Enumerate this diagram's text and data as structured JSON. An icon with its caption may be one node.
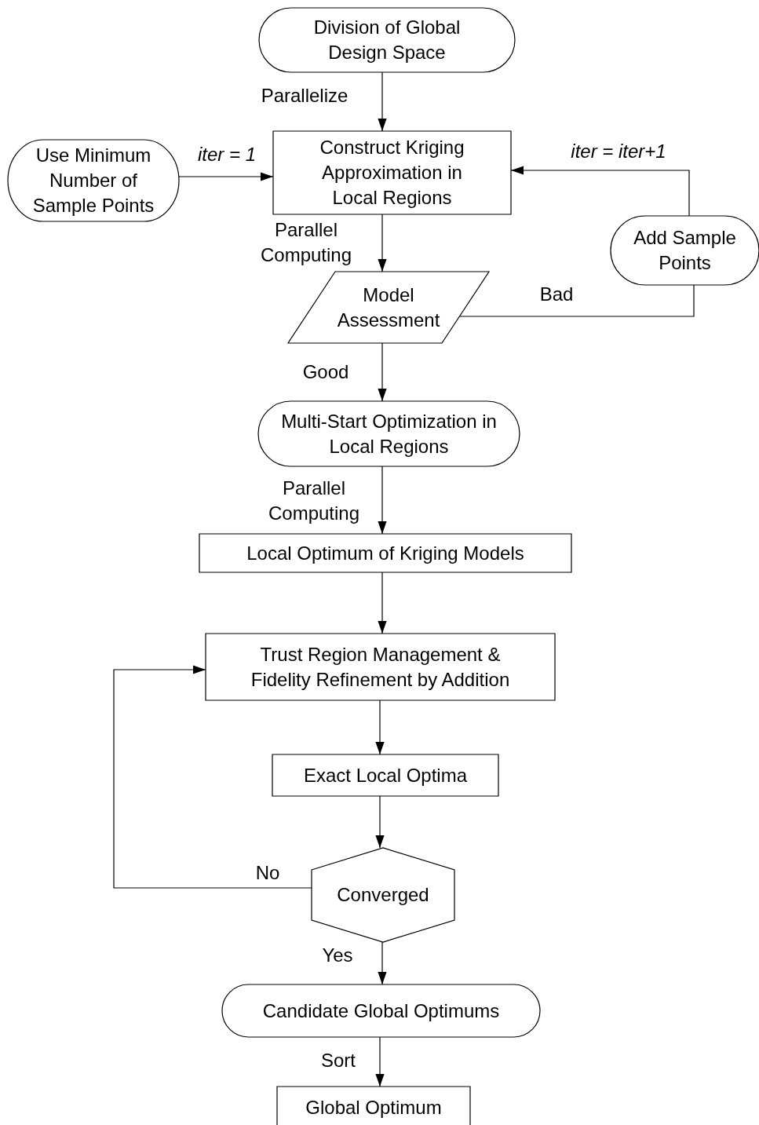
{
  "diagram": {
    "nodes": [
      {
        "text": [
          "Division of Global Design Space"
        ]
      },
      {
        "text": [
          "Use Minimum Number of Sample Points"
        ]
      },
      {
        "text": [
          "Construct Kriging Approximation in Local Regions"
        ]
      },
      {
        "text": [
          "Add Sample Points"
        ]
      },
      {
        "text": [
          "Model Assessment"
        ]
      },
      {
        "text": [
          "Multi-Start Optimization in Local Regions"
        ]
      },
      {
        "text": [
          "Local Optimum of Kriging Models"
        ]
      },
      {
        "text": [
          "Trust Region Management & Fidelity Refinement by Addition"
        ]
      },
      {
        "text": [
          "Exact Local Optima"
        ]
      },
      {
        "text": [
          "Converged"
        ]
      },
      {
        "text": [
          "Candidate Global Optimums"
        ]
      },
      {
        "text": [
          "Global Optimum"
        ]
      }
    ],
    "edges": [
      {
        "from": 0,
        "to": 2,
        "arrow": "to",
        "label": "Parallelize"
      },
      {
        "from": 1,
        "to": 2,
        "arrow": "to",
        "label": "iter = 1"
      },
      {
        "from": 3,
        "to": 2,
        "arrow": "to",
        "label": "iter =  iter+1"
      },
      {
        "from": 2,
        "to": 4,
        "arrow": "to",
        "label": "Parallel Computing"
      },
      {
        "from": 4,
        "to": 3,
        "arrow": "none",
        "label": "Bad"
      },
      {
        "from": 4,
        "to": 5,
        "arrow": "to",
        "label": "Good"
      },
      {
        "from": 5,
        "to": 6,
        "arrow": "to",
        "label": "Parallel Computing"
      },
      {
        "from": 6,
        "to": 7,
        "arrow": "to"
      },
      {
        "from": 7,
        "to": 8,
        "arrow": "to"
      },
      {
        "from": 8,
        "to": 9,
        "arrow": "to"
      },
      {
        "from": 9,
        "to": 7,
        "arrow": "to",
        "label": "No"
      },
      {
        "from": 9,
        "to": 10,
        "arrow": "to",
        "label": "Yes"
      },
      {
        "from": 10,
        "to": 11,
        "arrow": "to",
        "label": "Sort"
      }
    ]
  }
}
